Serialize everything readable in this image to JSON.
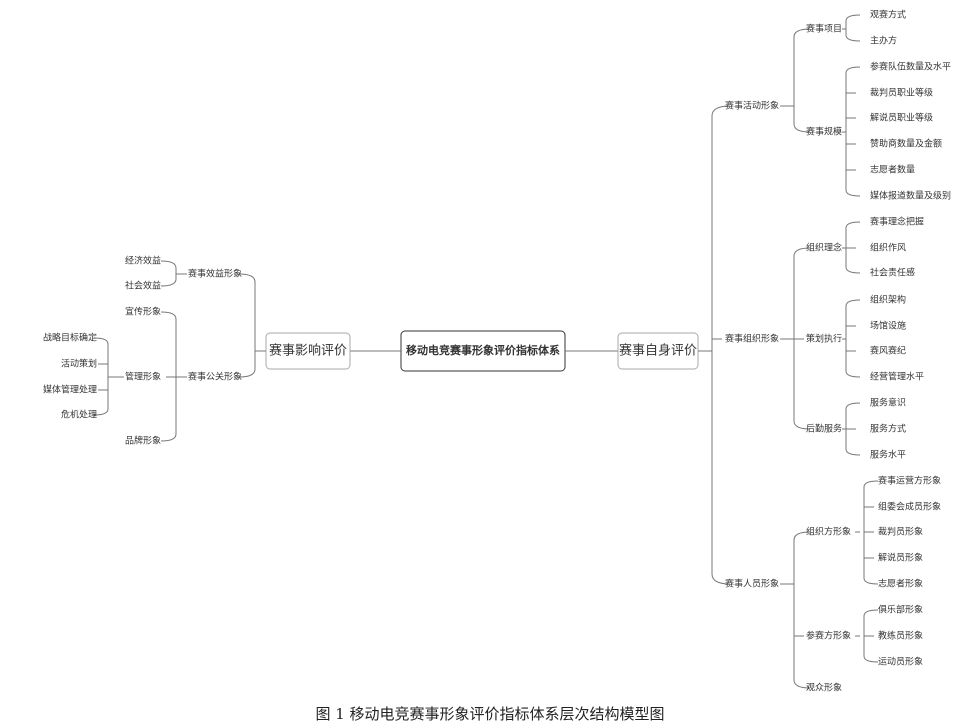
{
  "root": "移动电竞赛事形象评价指标体系",
  "left": {
    "label": "赛事影响评价",
    "children": [
      {
        "label": "赛事效益形象",
        "children": [
          {
            "label": "经济效益"
          },
          {
            "label": "社会效益"
          }
        ]
      },
      {
        "label": "赛事公关形象",
        "children": [
          {
            "label": "宣传形象"
          },
          {
            "label": "管理形象",
            "children": [
              {
                "label": "战略目标确定"
              },
              {
                "label": "活动策划"
              },
              {
                "label": "媒体管理处理"
              },
              {
                "label": "危机处理"
              }
            ]
          },
          {
            "label": "品牌形象"
          }
        ]
      }
    ]
  },
  "right": {
    "label": "赛事自身评价",
    "children": [
      {
        "label": "赛事活动形象",
        "children": [
          {
            "label": "赛事项目",
            "children": [
              {
                "label": "观赛方式"
              },
              {
                "label": "主办方"
              }
            ]
          },
          {
            "label": "赛事规模",
            "children": [
              {
                "label": "参赛队伍数量及水平"
              },
              {
                "label": "裁判员职业等级"
              },
              {
                "label": "解说员职业等级"
              },
              {
                "label": "赞助商数量及金额"
              },
              {
                "label": "志愿者数量"
              },
              {
                "label": "媒体报道数量及级别"
              }
            ]
          }
        ]
      },
      {
        "label": "赛事组织形象",
        "children": [
          {
            "label": "组织理念",
            "children": [
              {
                "label": "赛事理念把握"
              },
              {
                "label": "组织作风"
              },
              {
                "label": "社会责任感"
              }
            ]
          },
          {
            "label": "策划执行",
            "children": [
              {
                "label": "组织架构"
              },
              {
                "label": "场馆设施"
              },
              {
                "label": "赛风赛纪"
              },
              {
                "label": "经营管理水平"
              }
            ]
          },
          {
            "label": "后勤服务",
            "children": [
              {
                "label": "服务意识"
              },
              {
                "label": "服务方式"
              },
              {
                "label": "服务水平"
              }
            ]
          }
        ]
      },
      {
        "label": "赛事人员形象",
        "children": [
          {
            "label": "组织方形象",
            "children": [
              {
                "label": "赛事运营方形象"
              },
              {
                "label": "组委会成员形象"
              },
              {
                "label": "裁判员形象"
              },
              {
                "label": "解说员形象"
              },
              {
                "label": "志愿者形象"
              }
            ]
          },
          {
            "label": "参赛方形象",
            "children": [
              {
                "label": "俱乐部形象"
              },
              {
                "label": "教练员形象"
              },
              {
                "label": "运动员形象"
              }
            ]
          },
          {
            "label": "观众形象"
          }
        ]
      }
    ]
  },
  "caption": "图 1 移动电竞赛事形象评价指标体系层次结构模型图"
}
